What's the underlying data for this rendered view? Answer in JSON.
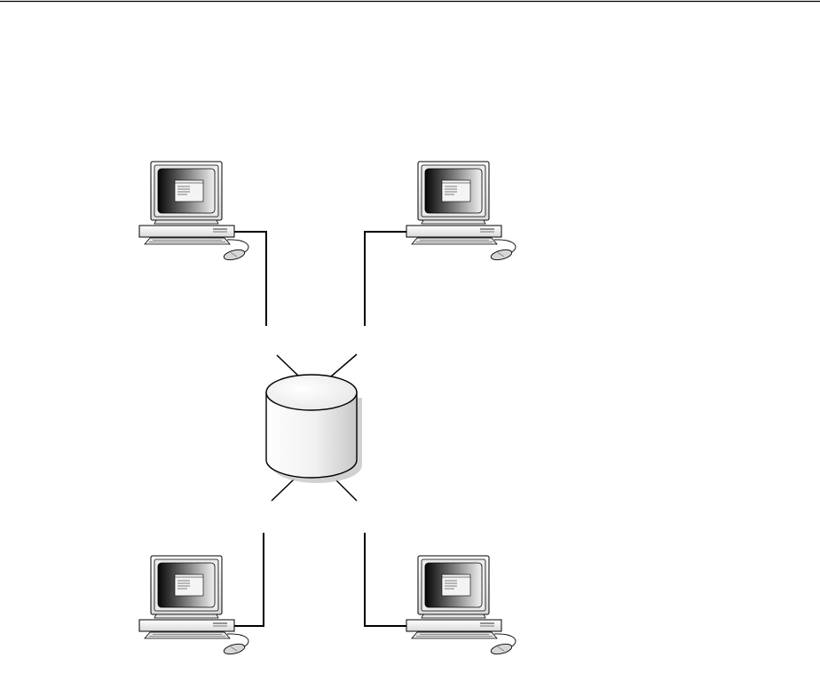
{
  "diagram": {
    "kind": "network",
    "hub": {
      "icon": "database-cylinder-icon"
    },
    "nodes": [
      {
        "id": "top-left",
        "icon": "computer-workstation-icon"
      },
      {
        "id": "top-right",
        "icon": "computer-workstation-icon"
      },
      {
        "id": "bottom-left",
        "icon": "computer-workstation-icon"
      },
      {
        "id": "bottom-right",
        "icon": "computer-workstation-icon"
      }
    ],
    "connections": [
      {
        "from": "top-left",
        "to": "hub"
      },
      {
        "from": "top-right",
        "to": "hub"
      },
      {
        "from": "bottom-left",
        "to": "hub"
      },
      {
        "from": "bottom-right",
        "to": "hub"
      }
    ]
  },
  "colors": {
    "line": "#000000",
    "background": "#ffffff",
    "screen_dark": "#0a0a0a",
    "screen_light": "#f2f2f2",
    "window": "#f4f4f4",
    "case": "#f2f2f2",
    "case_shade": "#d9d9d9",
    "cylinder_light": "#ffffff",
    "cylinder_shade": "#cfcfcf"
  }
}
